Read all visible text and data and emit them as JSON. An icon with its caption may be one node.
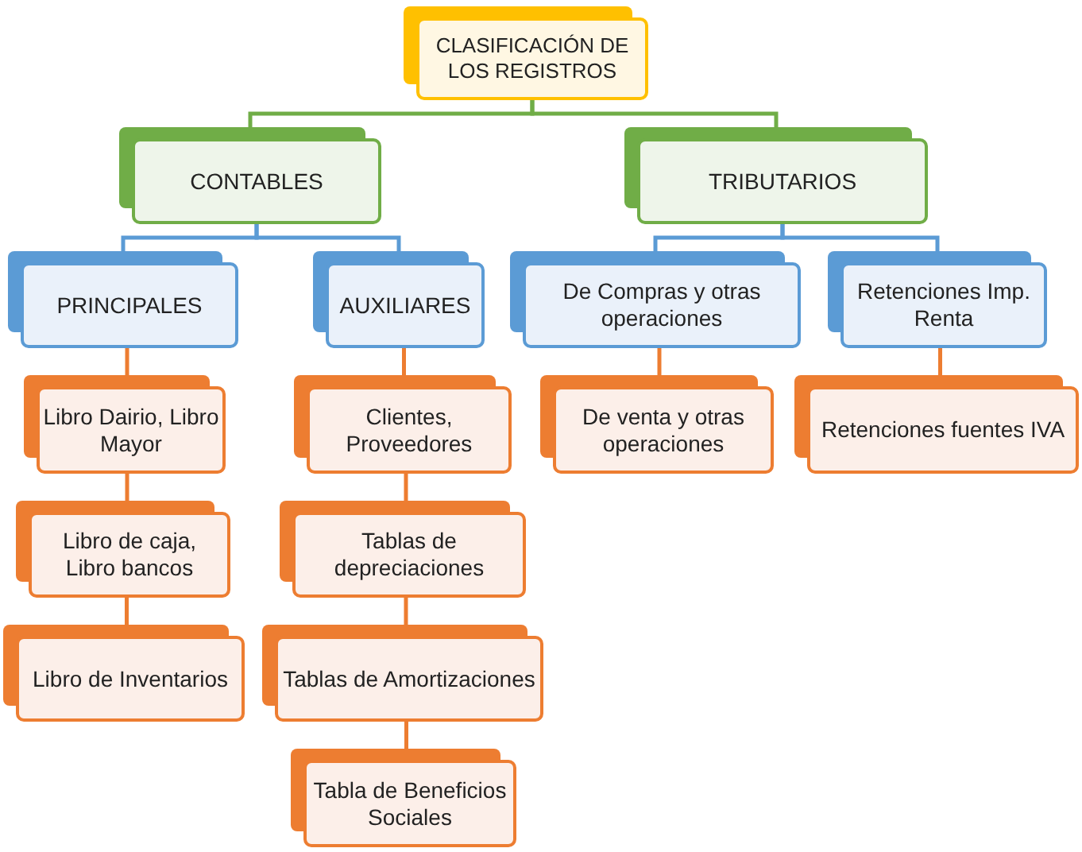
{
  "diagram": {
    "nodes": [
      {
        "text": [
          "CLASIFICACIÓN DE LOS REGISTROS"
        ]
      },
      {
        "text": [
          "CONTABLES"
        ]
      },
      {
        "text": [
          "TRIBUTARIOS"
        ]
      },
      {
        "text": [
          "PRINCIPALES"
        ]
      },
      {
        "text": [
          "AUXILIARES"
        ]
      },
      {
        "text": [
          "De Compras y otras operaciones"
        ]
      },
      {
        "text": [
          "Retenciones Imp. Renta"
        ]
      },
      {
        "text": [
          "Libro Dairio, Libro Mayor"
        ]
      },
      {
        "text": [
          "Libro de caja, Libro bancos"
        ]
      },
      {
        "text": [
          "Libro de Inventarios"
        ]
      },
      {
        "text": [
          "Clientes, Proveedores"
        ]
      },
      {
        "text": [
          "Tablas de depreciaciones"
        ]
      },
      {
        "text": [
          "Tablas de Amortizaciones"
        ]
      },
      {
        "text": [
          "Tabla de Beneficios Sociales"
        ]
      },
      {
        "text": [
          "De venta y otras operaciones"
        ]
      },
      {
        "text": [
          "Retenciones fuentes IVA"
        ]
      }
    ],
    "edges": [
      {
        "from": 0,
        "to": 1,
        "arrow": "none",
        "color": "#70ad47"
      },
      {
        "from": 0,
        "to": 2,
        "arrow": "none",
        "color": "#70ad47"
      },
      {
        "from": 1,
        "to": 3,
        "arrow": "none",
        "color": "#5b9bd5"
      },
      {
        "from": 1,
        "to": 4,
        "arrow": "none",
        "color": "#5b9bd5"
      },
      {
        "from": 2,
        "to": 5,
        "arrow": "none",
        "color": "#5b9bd5"
      },
      {
        "from": 2,
        "to": 6,
        "arrow": "none",
        "color": "#5b9bd5"
      },
      {
        "from": 3,
        "to": 7,
        "arrow": "none"
      },
      {
        "from": 7,
        "to": 8,
        "arrow": "none"
      },
      {
        "from": 8,
        "to": 9,
        "arrow": "none"
      },
      {
        "from": 4,
        "to": 10,
        "arrow": "none"
      },
      {
        "from": 10,
        "to": 11,
        "arrow": "none"
      },
      {
        "from": 11,
        "to": 12,
        "arrow": "none"
      },
      {
        "from": 12,
        "to": 13,
        "arrow": "none"
      },
      {
        "from": 5,
        "to": 14,
        "arrow": "none"
      },
      {
        "from": 6,
        "to": 15,
        "arrow": "none"
      }
    ]
  }
}
